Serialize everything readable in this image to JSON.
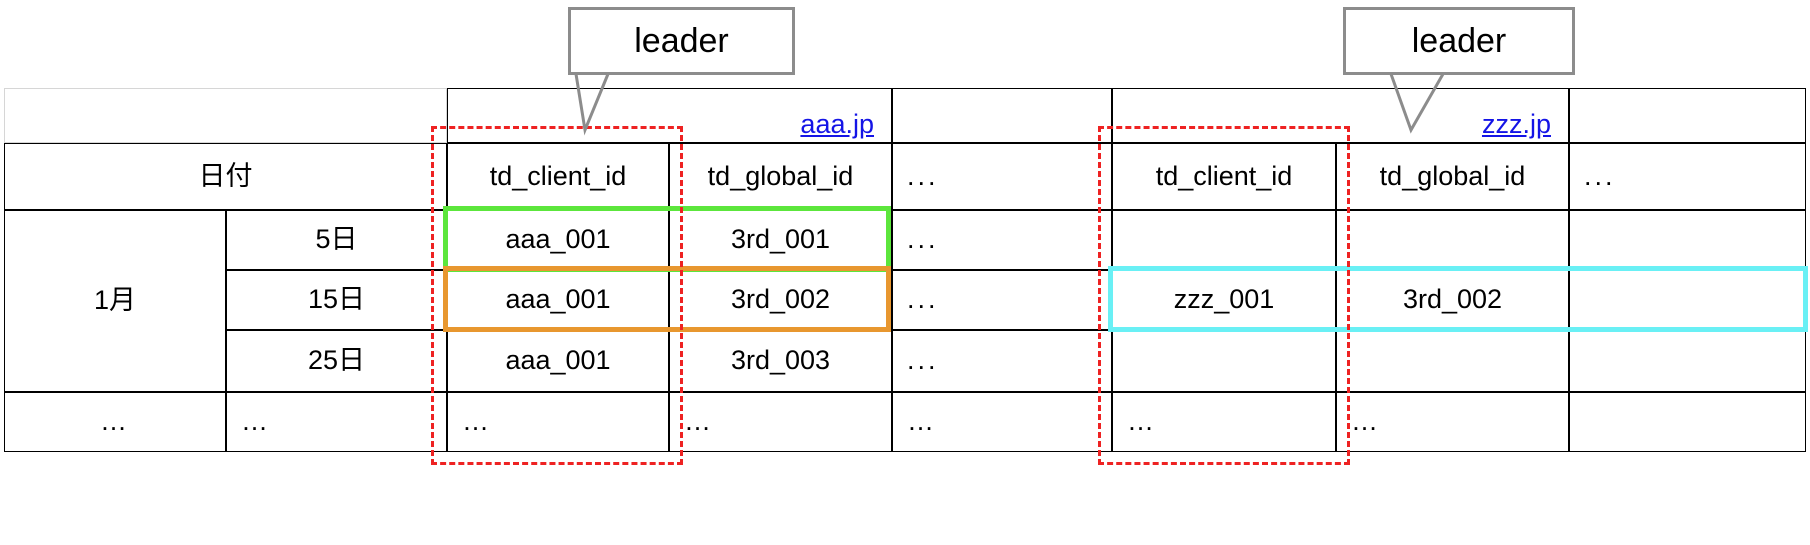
{
  "figure": {
    "title": "",
    "callouts": [
      {
        "label": "leader"
      },
      {
        "label": "leader"
      }
    ]
  },
  "table": {
    "site_headers": [
      {
        "text": "",
        "link": false
      },
      {
        "text": "aaa.jp",
        "link": true
      },
      {
        "text": "",
        "link": false
      },
      {
        "text": "zzz.jp",
        "link": true
      },
      {
        "text": "",
        "link": false
      }
    ],
    "column_headers": [
      "日付",
      "td_client_id",
      "td_global_id",
      "...",
      "td_client_id",
      "td_global_id",
      "..."
    ],
    "rows": [
      {
        "month": "1月",
        "day": "5日",
        "aaa_client_id": "aaa_001",
        "aaa_global_id": "3rd_001",
        "mid_ellipsis": "...",
        "zzz_client_id": "",
        "zzz_global_id": "",
        "end_ellipsis": ""
      },
      {
        "month": "",
        "day": "15日",
        "aaa_client_id": "aaa_001",
        "aaa_global_id": "3rd_002",
        "mid_ellipsis": "...",
        "zzz_client_id": "zzz_001",
        "zzz_global_id": "3rd_002",
        "end_ellipsis": ""
      },
      {
        "month": "",
        "day": "25日",
        "aaa_client_id": "aaa_001",
        "aaa_global_id": "3rd_003",
        "mid_ellipsis": "...",
        "zzz_client_id": "",
        "zzz_global_id": "",
        "end_ellipsis": ""
      },
      {
        "month": "…",
        "day": "…",
        "aaa_client_id": "…",
        "aaa_global_id": "…",
        "mid_ellipsis": "…",
        "zzz_client_id": "…",
        "zzz_global_id": "…",
        "end_ellipsis": ""
      }
    ]
  },
  "annotations": {
    "group_boxes": [
      {
        "name": "aaa-group-dashed",
        "color": "#ee2222"
      },
      {
        "name": "zzz-group-dashed",
        "color": "#ee2222"
      }
    ],
    "highlights": [
      {
        "name": "green-highlight",
        "color": "#5ce63c"
      },
      {
        "name": "orange-highlight",
        "color": "#e8972f"
      },
      {
        "name": "cyan-highlight",
        "color": "#69f0f5"
      }
    ]
  },
  "colors": {
    "link": "#1414e6",
    "dashed": "#ee2222",
    "green": "#5ce63c",
    "orange": "#e8972f",
    "cyan": "#69f0f5",
    "callout_border": "#8c8c8c",
    "grid_line": "#000000",
    "grid_line_light": "#d6d6d6"
  }
}
